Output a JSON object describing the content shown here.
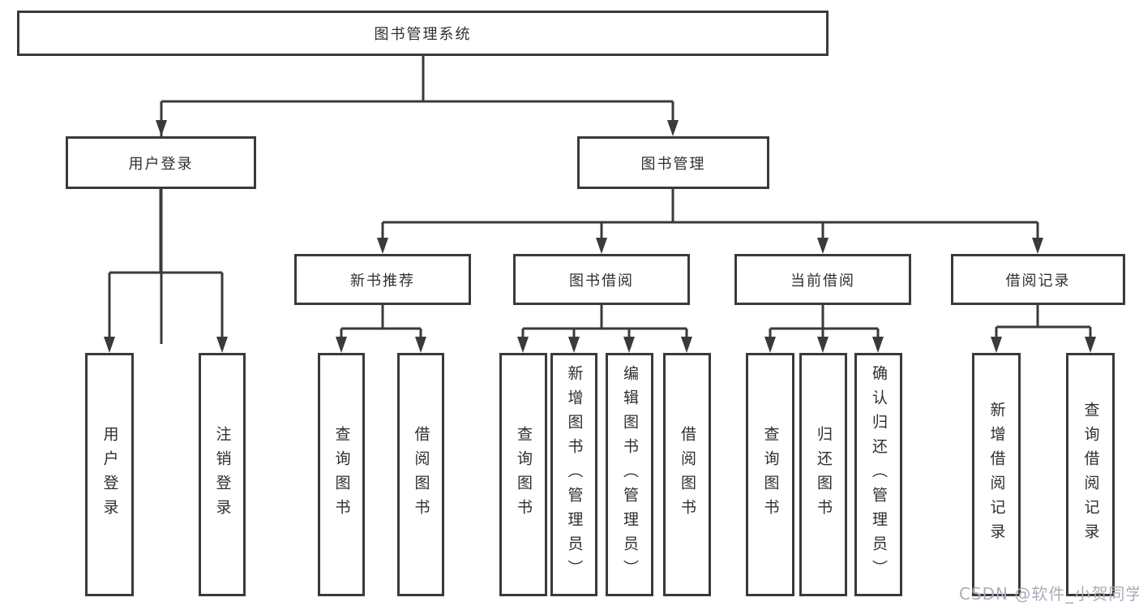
{
  "diagram": {
    "title": "图书管理系统",
    "root": {
      "label": "图书管理系统",
      "children": [
        {
          "label": "用户登录",
          "children": [
            {
              "label": "用户登录"
            },
            {
              "label": "注销登录"
            }
          ]
        },
        {
          "label": "图书管理",
          "children": [
            {
              "label": "新书推荐",
              "children": [
                {
                  "label": "查询图书"
                },
                {
                  "label": "借阅图书"
                }
              ]
            },
            {
              "label": "图书借阅",
              "children": [
                {
                  "label": "查询图书"
                },
                {
                  "label": "新增图书（管理员）"
                },
                {
                  "label": "编辑图书（管理员）"
                },
                {
                  "label": "借阅图书"
                }
              ]
            },
            {
              "label": "当前借阅",
              "children": [
                {
                  "label": "查询图书"
                },
                {
                  "label": "归还图书"
                },
                {
                  "label": "确认归还（管理员）"
                }
              ]
            },
            {
              "label": "借阅记录",
              "children": [
                {
                  "label": "新增借阅记录"
                },
                {
                  "label": "查询借阅记录"
                }
              ]
            }
          ]
        }
      ]
    },
    "colors": {
      "line": "#3a3a3a",
      "text": "#2f2f2f",
      "box_background": "#ffffff",
      "watermark": "#a9aeba"
    },
    "watermark": {
      "text": "CSDN @软件_小贺同学"
    }
  }
}
